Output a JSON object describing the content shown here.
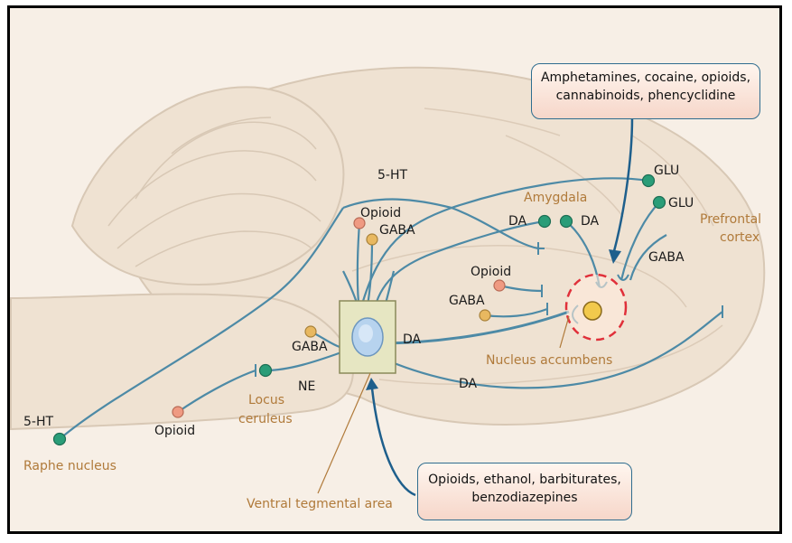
{
  "callouts": {
    "stimulants": "Amphetamines, cocaine, opioids, cannabinoids, phencyclidine",
    "depressants": "Opioids, ethanol, barbiturates, benzodiazepines"
  },
  "regions": {
    "amygdala": "Amygdala",
    "prefrontal_line1": "Prefrontal",
    "prefrontal_line2": "cortex",
    "nucleus_accumbens": "Nucleus accumbens",
    "locus_line1": "Locus",
    "locus_line2": "ceruleus",
    "raphe": "Raphe nucleus",
    "vta": "Ventral tegmental area"
  },
  "neurons": {
    "ht_top": "5-HT",
    "opioid_top": "Opioid",
    "gaba_top": "GABA",
    "da_1": "DA",
    "da_2": "DA",
    "glu_top": "GLU",
    "glu_2": "GLU",
    "gaba_pfc": "GABA",
    "opioid_mid": "Opioid",
    "gaba_mid": "GABA",
    "da_main": "DA",
    "da_lower": "DA",
    "gaba_lc": "GABA",
    "ne": "NE",
    "ht_raphe": "5-HT",
    "opioid_low": "Opioid"
  },
  "colors": {
    "pathway": "#4d8aa6",
    "glutamate_da_node": "#2a9d78",
    "opioid_node": "#ef9a82",
    "gaba_node": "#e8b860",
    "region_label": "#b07a3a",
    "accumbens_ring": "#e0303a",
    "brain_outline": "#d8c8b5"
  }
}
